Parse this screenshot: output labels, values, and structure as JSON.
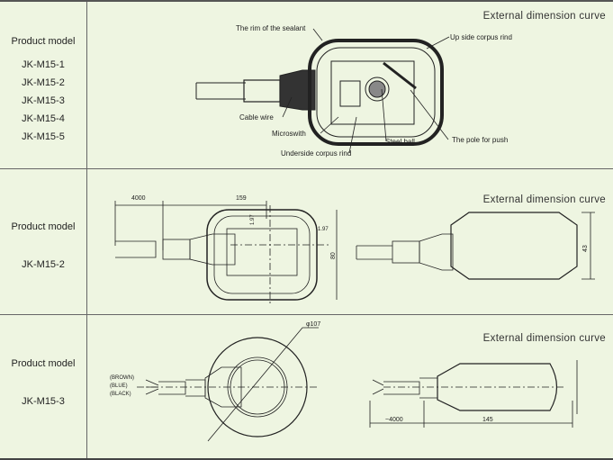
{
  "sections": [
    {
      "model_heading": "Product model",
      "models": [
        "JK-M15-1",
        "JK-M15-2",
        "JK-M15-3",
        "JK-M15-4",
        "JK-M15-5"
      ],
      "title": "External dimension curve",
      "callouts": {
        "rim": "The rim of the sealant",
        "upside": "Up side corpus rind",
        "cable": "Cable wire",
        "micro": "Microswith",
        "underside": "Underside corpus rind",
        "ball": "Steel ball",
        "pole": "The pole for push"
      }
    },
    {
      "model_heading": "Product model",
      "models": [
        "JK-M15-2"
      ],
      "title": "External dimension curve",
      "dims": {
        "cable": "4000",
        "length": "159",
        "wall_top": "1.97",
        "wall_side": "1.97",
        "width": "80",
        "height": "43"
      }
    },
    {
      "model_heading": "Product model",
      "models": [
        "JK-M15-3"
      ],
      "title": "External dimension curve",
      "dims": {
        "diameter": "φ107",
        "cable": "~4000",
        "length": "145"
      },
      "wires": [
        "(BROWN)",
        "(BLUE)",
        "(BLACK)"
      ]
    }
  ]
}
